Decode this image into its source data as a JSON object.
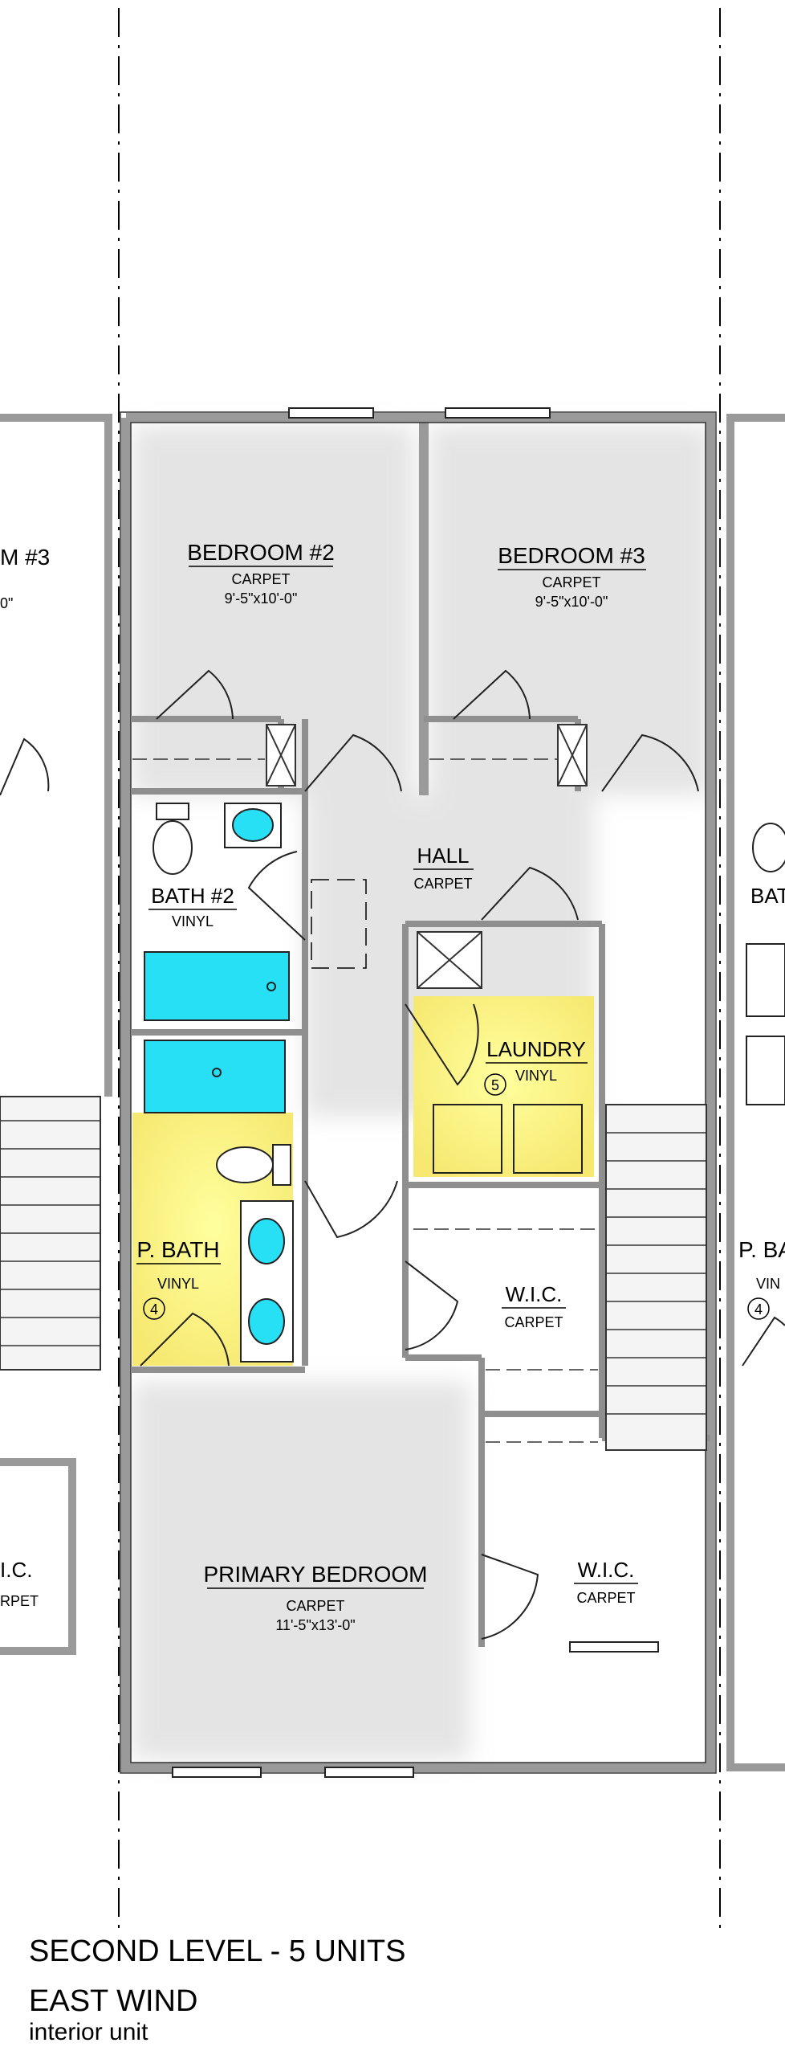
{
  "plan": {
    "rooms": {
      "bedroom2": {
        "name": "BEDROOM #2",
        "floor": "CARPET",
        "size": "9'-5\"x10'-0\""
      },
      "bedroom3": {
        "name": "BEDROOM #3",
        "floor": "CARPET",
        "size": "9'-5\"x10'-0\""
      },
      "hall": {
        "name": "HALL",
        "floor": "CARPET"
      },
      "bath2": {
        "name": "BATH #2",
        "floor": "VINYL"
      },
      "laundry": {
        "name": "LAUNDRY",
        "floor": "VINYL",
        "tag": "5"
      },
      "pbath": {
        "name": "P. BATH",
        "floor": "VINYL",
        "tag": "4"
      },
      "wic_upper": {
        "name": "W.I.C.",
        "floor": "CARPET"
      },
      "wic_lower": {
        "name": "W.I.C.",
        "floor": "CARPET"
      },
      "primary": {
        "name": "PRIMARY BEDROOM",
        "floor": "CARPET",
        "size": "11'-5\"x13'-0\""
      }
    },
    "neighbor_left": {
      "room_partial": "M #3",
      "size_partial": "0\"",
      "wic_partial": "I.C.",
      "wic_floor_partial": "RPET"
    },
    "neighbor_right": {
      "bath_partial": "BAT",
      "pbath_partial": "P. BA",
      "vinyl_partial": "VIN",
      "tag": "4"
    },
    "colors": {
      "wall": "#9a9a9a",
      "fixture_blue": "#27e0f5",
      "wet_yellow": "#fff59a"
    }
  },
  "title": {
    "line1": "SECOND LEVEL - 5 UNITS",
    "line2": "EAST WIND",
    "line3": "interior unit"
  }
}
